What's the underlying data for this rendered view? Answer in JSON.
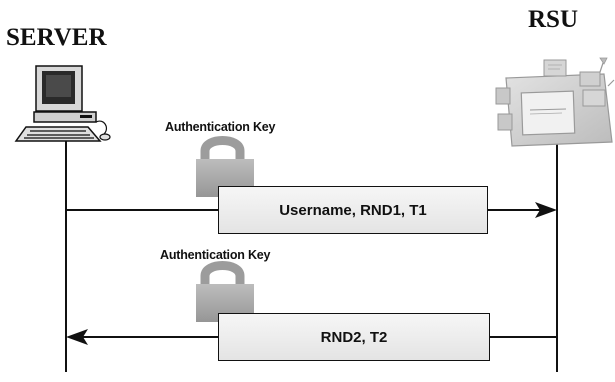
{
  "server": {
    "title": "SERVER",
    "icon": "desktop-computer-icon"
  },
  "rsu": {
    "title": "RSU",
    "icon": "rsu-device-icon"
  },
  "messages": [
    {
      "key_label": "Authentication Key",
      "text": "Username, RND1, T1",
      "direction": "server-to-rsu"
    },
    {
      "key_label": "Authentication Key",
      "text": "RND2, T2",
      "direction": "rsu-to-server"
    }
  ],
  "colors": {
    "line": "#111111",
    "lock": "#a9a9a9",
    "box_fill": "#eeeeee"
  }
}
